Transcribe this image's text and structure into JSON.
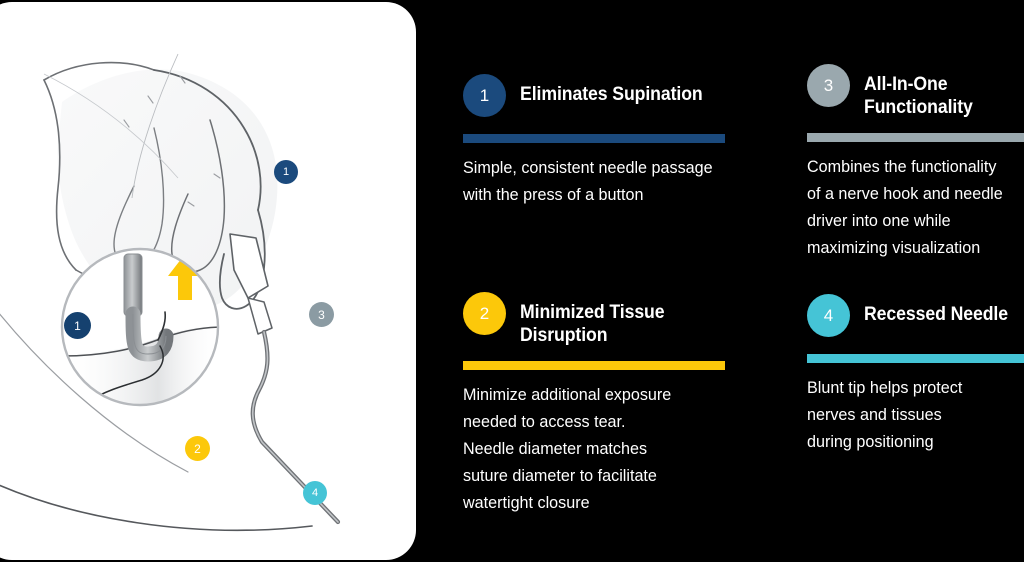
{
  "illustration": {
    "alt_description": "Line drawing of a hand pressing the button of a surgical needle driver, with a magnified circular inset showing the recessed needle tip and an upward yellow arrow",
    "markers": [
      {
        "label": "1",
        "color": "#1b4a7d",
        "target": "button on handle"
      },
      {
        "label": "1",
        "color": "#15416f",
        "target": "magnified inset"
      },
      {
        "label": "2",
        "color": "#fcc80a",
        "target": "tissue"
      },
      {
        "label": "3",
        "color": "#8b9ba3",
        "target": "shaft"
      },
      {
        "label": "4",
        "color": "#45c4d6",
        "target": "needle tip"
      }
    ],
    "arrow_color": "#fcc80a"
  },
  "features": [
    {
      "number": "1",
      "title": "Eliminates Supination",
      "body": "Simple, consistent needle passage\nwith the press of a button",
      "color": "#1b4a7d"
    },
    {
      "number": "2",
      "title": "Minimized Tissue\nDisruption",
      "body": "Minimize additional exposure\nneeded to access tear.\nNeedle diameter matches\nsuture diameter to facilitate\nwatertight closure",
      "color": "#fcc80a"
    },
    {
      "number": "3",
      "title": "All-In-One\nFunctionality",
      "body": "Combines the functionality\nof a nerve hook and needle\ndriver into one while\nmaximizing visualization",
      "color": "#9aa8ae"
    },
    {
      "number": "4",
      "title": "Recessed Needle",
      "body": "Blunt tip  helps protect\nnerves and tissues\nduring positioning",
      "color": "#45c4d6"
    }
  ]
}
